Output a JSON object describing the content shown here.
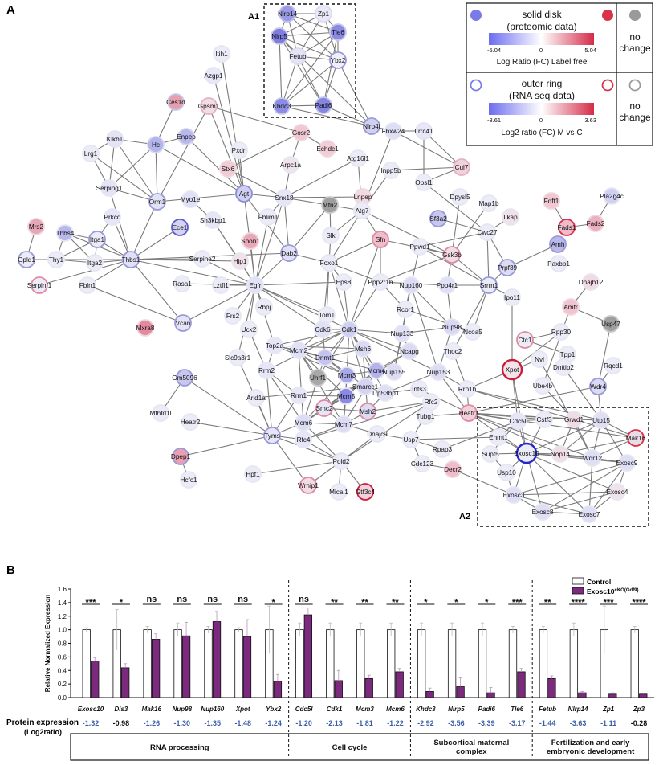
{
  "panel_a": {
    "label": "A",
    "inset_a1": "A1",
    "inset_a2": "A2",
    "legend": {
      "solid_title_1": "solid disk",
      "solid_title_2": "(proteomic data)",
      "solid_min": "-5.04",
      "solid_zero": "0",
      "solid_max": "5.04",
      "solid_caption": "Log Ratio (FC) Label free",
      "ring_title_1": "outer ring",
      "ring_title_2": "(RNA seq data)",
      "ring_min": "-3.61",
      "ring_zero": "0",
      "ring_max": "3.63",
      "ring_caption": "Log2 ratio (FC) M vs C",
      "no_change_1": "no",
      "no_change_2": "change",
      "colors": {
        "blue": "#7b7be8",
        "red": "#d9324a",
        "gray": "#9a9a9a"
      }
    },
    "nodes": [
      {
        "label": "Nlrp14",
        "fill": "#9a9ae6",
        "ring": "#c0c0e8"
      },
      {
        "label": "Zp1",
        "fill": "#e9e9f8",
        "ring": "#dcdcef"
      },
      {
        "label": "Nlrp5",
        "fill": "#7e7ee0",
        "ring": "#c8c8ec"
      },
      {
        "label": "Tle6",
        "fill": "#8a8ae4",
        "ring": "#c8c8ec"
      },
      {
        "label": "Fetub",
        "fill": "#e4e4f6",
        "ring": "#dcdcef"
      },
      {
        "label": "Ybx2",
        "fill": "#efeffa",
        "ring": "#9a9ad8"
      },
      {
        "label": "Khdc3",
        "fill": "#8c8ce4",
        "ring": "#c8c8ec"
      },
      {
        "label": "Padi6",
        "fill": "#8585e2",
        "ring": "#c8c8ec"
      },
      {
        "label": "Itih1",
        "fill": "#ececf8",
        "ring": "#e6e6f2"
      },
      {
        "label": "Azgp1",
        "fill": "#e8e8f8",
        "ring": "#e6e6f2"
      },
      {
        "label": "Ces1d",
        "fill": "#e5a0b0",
        "ring": "#c8c8ec"
      },
      {
        "label": "Gpsm1",
        "fill": "#f3dde4",
        "ring": "#e6b0c0"
      },
      {
        "label": "Gosr2",
        "fill": "#f0c8d3",
        "ring": "#f0d7df"
      },
      {
        "label": "Echdc1",
        "fill": "#f1cdd8",
        "ring": "#f0d7df"
      },
      {
        "label": "Nlrp4f",
        "fill": "#d0d0f0",
        "ring": "#9a9ad8"
      },
      {
        "label": "Fbxw24",
        "fill": "#dedef4",
        "ring": "#e2e2f2"
      },
      {
        "label": "Lrrc41",
        "fill": "#e7e7f8",
        "ring": "#e2e2f2"
      },
      {
        "label": "Klkb1",
        "fill": "#e4e4f6",
        "ring": "#e2e2f2"
      },
      {
        "label": "Hc",
        "fill": "#b4b4ec",
        "ring": "#d8d8f0"
      },
      {
        "label": "Enpep",
        "fill": "#b8b8ec",
        "ring": "#d8d8f0"
      },
      {
        "label": "Pxdn",
        "fill": "#ececf8",
        "ring": "#e6e6f2"
      },
      {
        "label": "Arpc1a",
        "fill": "#f0e4ec",
        "ring": "#e6e6f2"
      },
      {
        "label": "Atg16l1",
        "fill": "#ececf8",
        "ring": "#e6e6f2"
      },
      {
        "label": "Inpp5b",
        "fill": "#ececf8",
        "ring": "#e6e6f2"
      },
      {
        "label": "Cul7",
        "fill": "#f0d2dc",
        "ring": "#e6b0c0"
      },
      {
        "label": "Obsl1",
        "fill": "#ececf8",
        "ring": "#e6e6f2"
      },
      {
        "label": "Lrg1",
        "fill": "#ececf8",
        "ring": "#e6e6f2"
      },
      {
        "label": "Stx6",
        "fill": "#f1ccd6",
        "ring": "#f0d7df"
      },
      {
        "label": "Serping1",
        "fill": "#e4e4f6",
        "ring": "#e6e6f2"
      },
      {
        "label": "Orm1",
        "fill": "#e2e2f6",
        "ring": "#9a9ad8"
      },
      {
        "label": "Myo1e",
        "fill": "#e0e0f6",
        "ring": "#e6e6f2"
      },
      {
        "label": "Agt",
        "fill": "#cfcff2",
        "ring": "#8e8ed4"
      },
      {
        "label": "Snx18",
        "fill": "#e6e6f8",
        "ring": "#e6e6f2"
      },
      {
        "label": "Lnpep",
        "fill": "#f2dae2",
        "ring": "#f0d7df"
      },
      {
        "label": "Atg7",
        "fill": "#ececf8",
        "ring": "#e6e6f2"
      },
      {
        "label": "Dpysl5",
        "fill": "#ececf8",
        "ring": "#e6e6f2"
      },
      {
        "label": "Map1b",
        "fill": "#ececf8",
        "ring": "#e6e6f2"
      },
      {
        "label": "Fdft1",
        "fill": "#f0c8d3",
        "ring": "#f0d7df"
      },
      {
        "label": "Pla2g4c",
        "fill": "#d0d0f2",
        "ring": "#e6e6f2"
      },
      {
        "label": "Prkcd",
        "fill": "#e6e6f8",
        "ring": "#e6e6f2"
      },
      {
        "label": "Sh3kbp1",
        "fill": "#e6e6f8",
        "ring": "#e6e6f2"
      },
      {
        "label": "Fblim1",
        "fill": "#ececf8",
        "ring": "#e6e6f2"
      },
      {
        "label": "Mfn2",
        "fill": "#9e9e9e",
        "ring": "#c8c8c8"
      },
      {
        "label": "Ilkap",
        "fill": "#f0e2ea",
        "ring": "#e6e6f2"
      },
      {
        "label": "Fads1",
        "fill": "#f0bccb",
        "ring": "#d9324a"
      },
      {
        "label": "Fads2",
        "fill": "#ecb0c0",
        "ring": "#f0d7df"
      },
      {
        "label": "Mrs2",
        "fill": "#e7a6b6",
        "ring": "#f0d7df"
      },
      {
        "label": "Thbs4",
        "fill": "#b8b8ec",
        "ring": "#e6e6f2"
      },
      {
        "label": "Itga1",
        "fill": "#ececf8",
        "ring": "#9a9ad8"
      },
      {
        "label": "Ece1",
        "fill": "#d4d4f2",
        "ring": "#5c5cd0"
      },
      {
        "label": "Spon1",
        "fill": "#e8a8b8",
        "ring": "#f0d7df"
      },
      {
        "label": "Slk",
        "fill": "#ececf8",
        "ring": "#e6e6f2"
      },
      {
        "label": "Sfn",
        "fill": "#f0bccb",
        "ring": "#e08aa0"
      },
      {
        "label": "Sf3a2",
        "fill": "#c6c6ee",
        "ring": "#9a9ad8"
      },
      {
        "label": "Cwc27",
        "fill": "#ececf8",
        "ring": "#e6e6f2"
      },
      {
        "label": "Amh",
        "fill": "#b8b8ec",
        "ring": "#9a9ad8"
      },
      {
        "label": "Gpld1",
        "fill": "#ececf8",
        "ring": "#9a9ad8"
      },
      {
        "label": "Thy1",
        "fill": "#ececf8",
        "ring": "#e6e6f2"
      },
      {
        "label": "Itga2",
        "fill": "#ececf8",
        "ring": "#e6e6f2"
      },
      {
        "label": "Thbs1",
        "fill": "#e0e0f6",
        "ring": "#9a9ad8"
      },
      {
        "label": "Serpine2",
        "fill": "#ececf8",
        "ring": "#e6e6f2"
      },
      {
        "label": "Hip1",
        "fill": "#f2e0e8",
        "ring": "#e6e6f2"
      },
      {
        "label": "Dab2",
        "fill": "#e0e0f6",
        "ring": "#9a9ad8"
      },
      {
        "label": "Foxo1",
        "fill": "#ececf8",
        "ring": "#e6e6f2"
      },
      {
        "label": "Ppwd1",
        "fill": "#ececf8",
        "ring": "#e6e6f2"
      },
      {
        "label": "Gsk3b",
        "fill": "#f0dce4",
        "ring": "#e08aa0"
      },
      {
        "label": "Prpf39",
        "fill": "#dcdcf4",
        "ring": "#9a9ad8"
      },
      {
        "label": "Paxbp1",
        "fill": "#ececf8",
        "ring": "#e6e6f2"
      },
      {
        "label": "Serpinf1",
        "fill": "#ececf8",
        "ring": "#e08aa0"
      },
      {
        "label": "Fbln1",
        "fill": "#ececf8",
        "ring": "#e6e6f2"
      },
      {
        "label": "Rasa1",
        "fill": "#ececf8",
        "ring": "#e6e6f2"
      },
      {
        "label": "Lztfl1",
        "fill": "#ececf8",
        "ring": "#e6e6f2"
      },
      {
        "label": "Egfr",
        "fill": "#e2e2f6",
        "ring": "#e6e6f2"
      },
      {
        "label": "Eps8",
        "fill": "#ececf8",
        "ring": "#e6e6f2"
      },
      {
        "label": "Ppp2r1b",
        "fill": "#ececf8",
        "ring": "#e6e6f2"
      },
      {
        "label": "Nup160",
        "fill": "#dcdcf4",
        "ring": "#e6e6f2"
      },
      {
        "label": "Ppp4r1",
        "fill": "#e0e0f6",
        "ring": "#e6e6f2"
      },
      {
        "label": "Srrm1",
        "fill": "#ececf8",
        "ring": "#9a9ad8"
      },
      {
        "label": "Ipo11",
        "fill": "#ececf8",
        "ring": "#e6e6f2"
      },
      {
        "label": "Dnajb12",
        "fill": "#f2dae2",
        "ring": "#e6e6f2"
      },
      {
        "label": "Amfr",
        "fill": "#f0c4d0",
        "ring": "#f0d7df"
      },
      {
        "label": "Mxra8",
        "fill": "#e48aa0",
        "ring": "#f0d7df"
      },
      {
        "label": "Vcan",
        "fill": "#e4e4f6",
        "ring": "#9a9ad8"
      },
      {
        "label": "Frs2",
        "fill": "#ececf8",
        "ring": "#e6e6f2"
      },
      {
        "label": "Rbpj",
        "fill": "#ececf8",
        "ring": "#e6e6f2"
      },
      {
        "label": "Tom1",
        "fill": "#ececf8",
        "ring": "#e6e6f2"
      },
      {
        "label": "Rcor1",
        "fill": "#ececf8",
        "ring": "#e6e6f2"
      },
      {
        "label": "Uck2",
        "fill": "#ececf8",
        "ring": "#e6e6f2"
      },
      {
        "label": "Cdk6",
        "fill": "#e0e0f6",
        "ring": "#e6e6f2"
      },
      {
        "label": "Cdk1",
        "fill": "#cfcff2",
        "ring": "#e6e6f2"
      },
      {
        "label": "Nup133",
        "fill": "#e0e0f6",
        "ring": "#e6e6f2"
      },
      {
        "label": "Nup98",
        "fill": "#d8d8f4",
        "ring": "#e6e6f2"
      },
      {
        "label": "Ncoa5",
        "fill": "#ececf8",
        "ring": "#e6e6f2"
      },
      {
        "label": "Rpp30",
        "fill": "#ececf8",
        "ring": "#e6e6f2"
      },
      {
        "label": "Usp47",
        "fill": "#9e9e9e",
        "ring": "#c8c8c8"
      },
      {
        "label": "Top2a",
        "fill": "#e6e6f8",
        "ring": "#e6e6f2"
      },
      {
        "label": "Msh6",
        "fill": "#dadaf4",
        "ring": "#e6e6f2"
      },
      {
        "label": "Ncapg",
        "fill": "#dadaf4",
        "ring": "#e6e6f2"
      },
      {
        "label": "Thoc2",
        "fill": "#ececf8",
        "ring": "#e6e6f2"
      },
      {
        "label": "Ctc1",
        "fill": "#ececf8",
        "ring": "#e08aa0"
      },
      {
        "label": "Tpp1",
        "fill": "#ececf8",
        "ring": "#e6e6f2"
      },
      {
        "label": "Slc9a3r1",
        "fill": "#ececf8",
        "ring": "#e6e6f2"
      },
      {
        "label": "Mcm2",
        "fill": "#e0e0f6",
        "ring": "#e6e6f2"
      },
      {
        "label": "Dnmt1",
        "fill": "#c4c4ee",
        "ring": "#e6e6f2"
      },
      {
        "label": "Mcm4",
        "fill": "#b4b4ec",
        "ring": "#e6e6f2"
      },
      {
        "label": "Nup155",
        "fill": "#dcdcf4",
        "ring": "#e6e6f2"
      },
      {
        "label": "Nup153",
        "fill": "#dcdcf4",
        "ring": "#e6e6f2"
      },
      {
        "label": "Nvl",
        "fill": "#ececf8",
        "ring": "#e6e6f2"
      },
      {
        "label": "Dnttip2",
        "fill": "#ececf8",
        "ring": "#e6e6f2"
      },
      {
        "label": "Xpot",
        "fill": "#f2e4ea",
        "ring": "#c81e3a"
      },
      {
        "label": "Rqcd1",
        "fill": "#ececf8",
        "ring": "#e6e6f2"
      },
      {
        "label": "Gm5096",
        "fill": "#c8c8ee",
        "ring": "#9a9ad8"
      },
      {
        "label": "Rrm2",
        "fill": "#e6e6f8",
        "ring": "#e6e6f2"
      },
      {
        "label": "Uhrf1",
        "fill": "#a8a8a8",
        "ring": "#c8c8c8"
      },
      {
        "label": "Mcm3",
        "fill": "#a8a8e8",
        "ring": "#e6e6f2"
      },
      {
        "label": "Smarcc1",
        "fill": "#d4d4f2",
        "ring": "#e6e6f2"
      },
      {
        "label": "Trp53bp1",
        "fill": "#dedef4",
        "ring": "#e6e6f2"
      },
      {
        "label": "Ints3",
        "fill": "#ececf8",
        "ring": "#e6e6f2"
      },
      {
        "label": "Rrp1b",
        "fill": "#ececf8",
        "ring": "#e6e6f2"
      },
      {
        "label": "Ube4b",
        "fill": "#ececf8",
        "ring": "#e6e6f2"
      },
      {
        "label": "Wdr4",
        "fill": "#dadaf4",
        "ring": "#9a9ad8"
      },
      {
        "label": "Arid1a",
        "fill": "#ececf8",
        "ring": "#e6e6f2"
      },
      {
        "label": "Rrm1",
        "fill": "#e6e6f8",
        "ring": "#e6e6f2"
      },
      {
        "label": "Mcm5",
        "fill": "#8a8ae4",
        "ring": "#e6e6f2"
      },
      {
        "label": "Smc2",
        "fill": "#e6e6f8",
        "ring": "#e08aa0"
      },
      {
        "label": "Msh2",
        "fill": "#dcdcf4",
        "ring": "#e08aa0"
      },
      {
        "label": "Rfc2",
        "fill": "#ececf8",
        "ring": "#e6e6f2"
      },
      {
        "label": "Heatr1",
        "fill": "#f0d0da",
        "ring": "#e08aa0"
      },
      {
        "label": "Mthfd1l",
        "fill": "#ececf8",
        "ring": "#e6e6f2"
      },
      {
        "label": "Heatr2",
        "fill": "#ececf8",
        "ring": "#e6e6f2"
      },
      {
        "label": "Mcm6",
        "fill": "#dcdcf4",
        "ring": "#e6e6f2"
      },
      {
        "label": "Mcm7",
        "fill": "#dcdcf4",
        "ring": "#e6e6f2"
      },
      {
        "label": "Tubg1",
        "fill": "#ececf8",
        "ring": "#e6e6f2"
      },
      {
        "label": "Cdc5l",
        "fill": "#e6e6f8",
        "ring": "#e6e6f2"
      },
      {
        "label": "Cstf3",
        "fill": "#ececf8",
        "ring": "#e6e6f2"
      },
      {
        "label": "Grwd1",
        "fill": "#f0dce4",
        "ring": "#e6e6f2"
      },
      {
        "label": "Utp15",
        "fill": "#dedef4",
        "ring": "#e6e6f2"
      },
      {
        "label": "Mak16",
        "fill": "#e8dce6",
        "ring": "#d9324a"
      },
      {
        "label": "Tyms",
        "fill": "#e6e6f8",
        "ring": "#9a9ad8"
      },
      {
        "label": "Rfc4",
        "fill": "#e6e6f8",
        "ring": "#e6e6f2"
      },
      {
        "label": "Dnajc9",
        "fill": "#ececf8",
        "ring": "#e6e6f2"
      },
      {
        "label": "Usp7",
        "fill": "#ececf8",
        "ring": "#e6e6f2"
      },
      {
        "label": "Rpap3",
        "fill": "#ececf8",
        "ring": "#e6e6f2"
      },
      {
        "label": "Ehmt1",
        "fill": "#ececf8",
        "ring": "#e6e6f2"
      },
      {
        "label": "Exosc10",
        "fill": "#ececf8",
        "ring": "#2828c8"
      },
      {
        "label": "Nop14",
        "fill": "#f2dce4",
        "ring": "#e6e6f2"
      },
      {
        "label": "Wdr12",
        "fill": "#dedef4",
        "ring": "#e6e6f2"
      },
      {
        "label": "Exosc9",
        "fill": "#dedef4",
        "ring": "#e6e6f2"
      },
      {
        "label": "Dpep1",
        "fill": "#e8a0b2",
        "ring": "#9a9ad8"
      },
      {
        "label": "Pold2",
        "fill": "#ececf8",
        "ring": "#e6e6f2"
      },
      {
        "label": "Cdc123",
        "fill": "#ececf8",
        "ring": "#e6e6f2"
      },
      {
        "label": "Decr2",
        "fill": "#f0bccb",
        "ring": "#f0d7df"
      },
      {
        "label": "Supt5",
        "fill": "#ececf8",
        "ring": "#e6e6f2"
      },
      {
        "label": "Usp10",
        "fill": "#ececf8",
        "ring": "#e6e6f2"
      },
      {
        "label": "Exosc4",
        "fill": "#f0e4ec",
        "ring": "#e6e6f2"
      },
      {
        "label": "Hcfc1",
        "fill": "#ececf8",
        "ring": "#e6e6f2"
      },
      {
        "label": "Hpf1",
        "fill": "#ececf8",
        "ring": "#e6e6f2"
      },
      {
        "label": "Wrnip1",
        "fill": "#f2dce4",
        "ring": "#e08aa0"
      },
      {
        "label": "Mical1",
        "fill": "#ececf8",
        "ring": "#e6e6f2"
      },
      {
        "label": "Gtf3c4",
        "fill": "#f0d2dc",
        "ring": "#c81e3a"
      },
      {
        "label": "Exosc3",
        "fill": "#dedef4",
        "ring": "#e6e6f2"
      },
      {
        "label": "Exosc8",
        "fill": "#dedef4",
        "ring": "#e6e6f2"
      },
      {
        "label": "Exosc7",
        "fill": "#dedef4",
        "ring": "#e6e6f2"
      }
    ]
  },
  "panel_b": {
    "label": "B",
    "legend_control": "Control",
    "legend_cko_main": "Exosc10",
    "legend_cko_sup": "cKO(Gdf9)",
    "ylabel": "Relative Normalized Expression",
    "protein_label_1": "Protein expression",
    "protein_label_2": "(Log2ratio)",
    "categories": [
      "RNA processing",
      "Cell cycle",
      "Subcortical maternal complex",
      "Fertilization and early embryonic development"
    ],
    "colors": {
      "control": "#ffffff",
      "cko": "#7b2a7d",
      "blue_value": "#3a5fa8",
      "black_value": "#111111"
    }
  },
  "chart_data": {
    "type": "bar",
    "ylabel": "Relative Normalized Expression",
    "ylim": [
      0,
      1.6
    ],
    "yticks": [
      "0.0",
      "0.2",
      "0.4",
      "0.6",
      "0.8",
      "1.0",
      "1.2",
      "1.4",
      "1.6"
    ],
    "categories": [
      "Exosc10",
      "Dis3",
      "Mak16",
      "Nup98",
      "Nup160",
      "Xpot",
      "Ybx2",
      "Cdc5l",
      "Cdk1",
      "Mcm3",
      "Mcm6",
      "Khdc3",
      "Nlrp5",
      "Padi6",
      "Tle6",
      "Fetub",
      "Nlrp14",
      "Zp1",
      "Zp3"
    ],
    "series": [
      {
        "name": "Control",
        "values": [
          1,
          1,
          1,
          1,
          1,
          1,
          1,
          1,
          1,
          1,
          1,
          1,
          1,
          1,
          1,
          1,
          1,
          1,
          1
        ],
        "errors": [
          0.03,
          0.3,
          0.05,
          0.1,
          0.05,
          0.03,
          0.35,
          0.1,
          0.1,
          0.1,
          0.1,
          0.1,
          0.1,
          0.1,
          0.05,
          0.05,
          0.1,
          0.35,
          0.05
        ]
      },
      {
        "name": "Exosc10 cKO(Gdf9)",
        "values": [
          0.54,
          0.44,
          0.86,
          0.91,
          1.12,
          0.9,
          0.24,
          1.22,
          0.25,
          0.28,
          0.38,
          0.09,
          0.16,
          0.07,
          0.38,
          0.28,
          0.07,
          0.05,
          0.05
        ],
        "errors": [
          0.05,
          0.06,
          0.08,
          0.2,
          0.15,
          0.25,
          0.1,
          0.1,
          0.15,
          0.05,
          0.05,
          0.05,
          0.13,
          0.08,
          0.05,
          0.04,
          0.02,
          0.02,
          0.01
        ]
      }
    ],
    "significance": [
      "***",
      "*",
      "ns",
      "ns",
      "ns",
      "ns",
      "*",
      "ns",
      "**",
      "**",
      "**",
      "*",
      "*",
      "*",
      "***",
      "**",
      "****",
      "***",
      "****"
    ],
    "protein_expression": [
      "-1.32",
      "-0.98",
      "-1.26",
      "-1.30",
      "-1.35",
      "-1.48",
      "-1.24",
      "-1.20",
      "-2.13",
      "-1.81",
      "-1.22",
      "-2.92",
      "-3.56",
      "-3.39",
      "-3.17",
      "-1.44",
      "-3.63",
      "-1.11",
      "-0.28"
    ],
    "protein_expression_black": [
      false,
      true,
      false,
      false,
      false,
      false,
      false,
      false,
      false,
      false,
      false,
      false,
      false,
      false,
      false,
      false,
      false,
      false,
      true
    ]
  }
}
